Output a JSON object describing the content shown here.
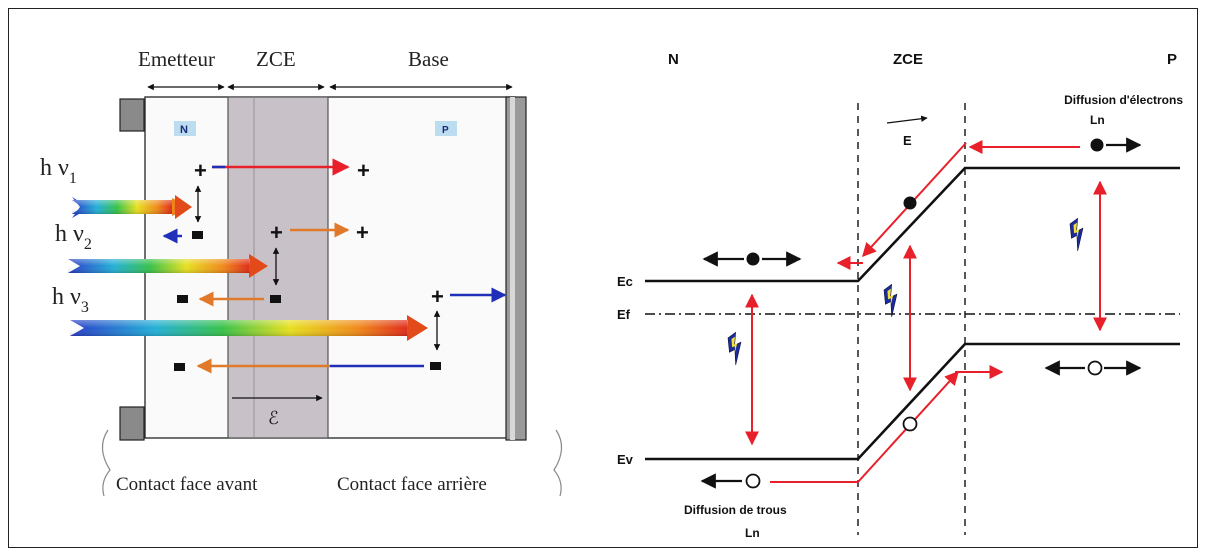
{
  "left_panel": {
    "region_labels": {
      "emitter": "Emetteur",
      "zce": "ZCE",
      "base": "Base"
    },
    "n_tag": "N",
    "p_tag": "P",
    "photon_labels": [
      "h ν1",
      "h ν2",
      "h ν3"
    ],
    "photon_label_main": "h ν",
    "photon_subscripts": [
      "1",
      "2",
      "3"
    ],
    "plus_sign": "+",
    "minus_sign": "-",
    "field_symbol": "ℰ",
    "contact_front": "Contact face avant",
    "contact_back": "Contact face arrière"
  },
  "right_panel": {
    "region_labels": {
      "n": "N",
      "zce": "ZCE",
      "p": "P"
    },
    "field_label": "E",
    "level_labels": {
      "ec": "Ec",
      "ef": "Ef",
      "ev": "Ev"
    },
    "electron_diffusion": {
      "title": "Diffusion d'électrons",
      "length": "Ln"
    },
    "hole_diffusion": {
      "title": "Diffusion  de trous",
      "length": "Ln"
    }
  },
  "colors": {
    "red": "#e8202a",
    "blue": "#1f2fb8",
    "orange": "#e07a2a",
    "zce_fill": "#c8c2c8",
    "label_bg": "#bcdcf0",
    "line": "#111111"
  }
}
